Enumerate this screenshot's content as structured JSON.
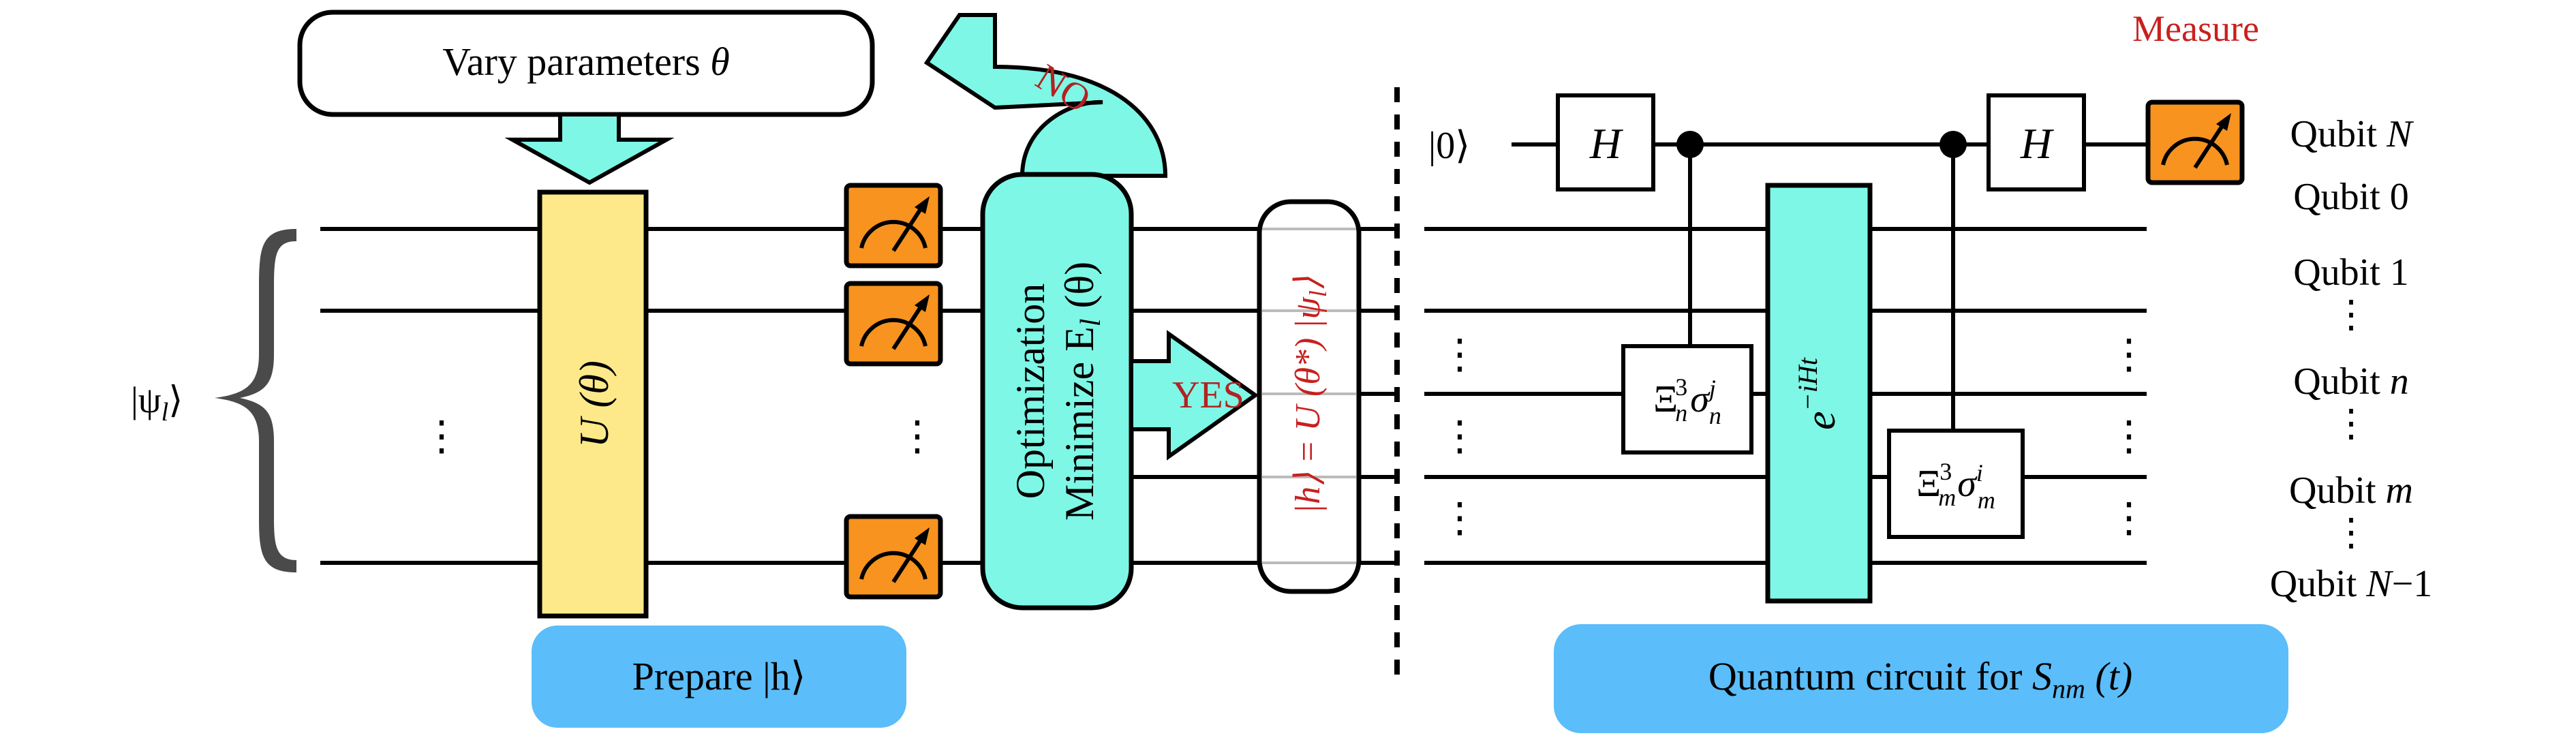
{
  "colors": {
    "yellow_box": "#fde98a",
    "cyan_box": "#7ef7e6",
    "blue_label": "#5bbdfa",
    "orange_meter": "#f7931e",
    "red_text": "#c8201e",
    "dark_red_text": "#b22222",
    "brace_gray": "#4a4a4a"
  },
  "top": {
    "vary_label": "Vary parameters",
    "vary_symbol": "θ",
    "no_label": "NO"
  },
  "left": {
    "psi_ket": "|ψ",
    "psi_sub": "l",
    "unitary": "U (θ)",
    "dots_v": "⋮",
    "prepare_label": "Prepare |h⟩"
  },
  "optimizer": {
    "line1": "Optimization",
    "line2_prefix": "Minimize E",
    "line2_sub": "l",
    "line2_suffix": " (θ)",
    "yes_label": "YES"
  },
  "state_box": {
    "expr": "|h⟩ = U (θ*) |ψ",
    "expr_sub": "l",
    "expr_close": "⟩"
  },
  "right": {
    "measure_label": "Measure",
    "ket0": "|0⟩",
    "hadamard": "H",
    "xi_n_base": "Ξ",
    "xi_n_sub": "n",
    "xi_sup": "3",
    "sigma": "σ",
    "sigma_n_sup": "j",
    "sigma_n_sub": "n",
    "xi_m_sub": "m",
    "sigma_m_sup": "i",
    "sigma_m_sub": "m",
    "evolution_base": "e",
    "evolution_exp": "−iHt",
    "circuit_label_prefix": "Quantum circuit for ",
    "circuit_label_S": "S",
    "circuit_label_sub": "nm",
    "circuit_label_suffix": " (t)",
    "dots_v": "⋮"
  },
  "qubit_labels": [
    {
      "prefix": "Qubit ",
      "var": "N",
      "suffix": ""
    },
    {
      "prefix": "Qubit 0",
      "var": "",
      "suffix": ""
    },
    {
      "prefix": "Qubit 1",
      "var": "",
      "suffix": ""
    },
    {
      "prefix": "Qubit ",
      "var": "n",
      "suffix": ""
    },
    {
      "prefix": "Qubit ",
      "var": "m",
      "suffix": ""
    },
    {
      "prefix": "Qubit ",
      "var": "N",
      "suffix": "−1"
    }
  ]
}
